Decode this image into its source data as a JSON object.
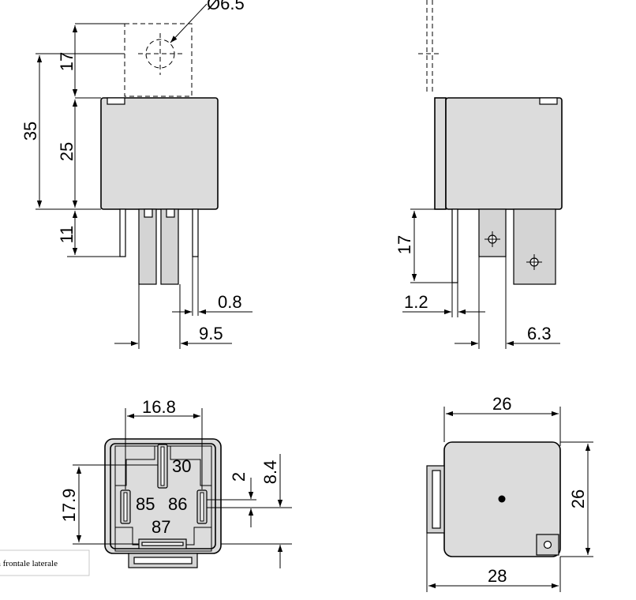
{
  "dimensions": {
    "front": {
      "d_top": "Ø6.5",
      "h17": "17",
      "h35": "35",
      "h25": "25",
      "h11": "11",
      "w08": "0.8",
      "w95": "9.5"
    },
    "side": {
      "h17": "17",
      "w12": "1.2",
      "w63": "6.3"
    },
    "bottom": {
      "w168": "16.8",
      "h179": "17.9",
      "h2": "2",
      "h84": "8.4"
    },
    "top": {
      "w26": "26",
      "h26": "26",
      "w28": "28"
    }
  },
  "pins": {
    "p30": "30",
    "p85": "85",
    "p86": "86",
    "p87": "87"
  },
  "caption": "a frontale laterale"
}
